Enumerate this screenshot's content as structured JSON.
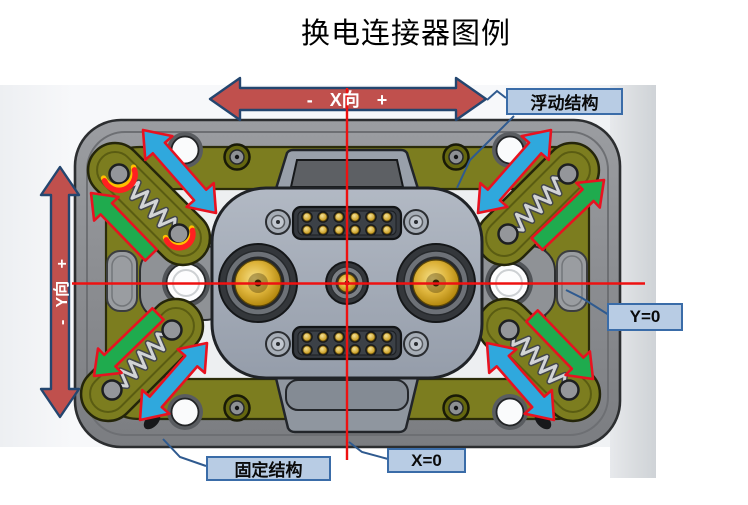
{
  "title": "换电连接器图例",
  "axis": {
    "x_label": "- X向 +",
    "y_label": "- Y向 +"
  },
  "callouts": {
    "floating": "浮动结构",
    "fixed": "固定结构",
    "x_zero": "X=0",
    "y_zero": "Y=0"
  },
  "colors": {
    "axis-arrow-fill": "#c0504d",
    "axis-arrow-stroke": "#24466f",
    "float-arrow-blue": "#2fa8dd",
    "float-arrow-green": "#1fab4e",
    "arrow-outline-red": "#e81220",
    "crosshair-red": "#ee1111",
    "leader-blue": "#2f5a8f",
    "label-bg": "#b8cce4",
    "label-border": "#3a6ca8",
    "highlight-yellow": "#ffc000",
    "highlight-red": "#ff2020",
    "frame-gray": "#8b8d91",
    "floating-olive": "#7c7d1f",
    "plate-gray": "#a4acb8",
    "contact-gold": "#d4a92c"
  }
}
